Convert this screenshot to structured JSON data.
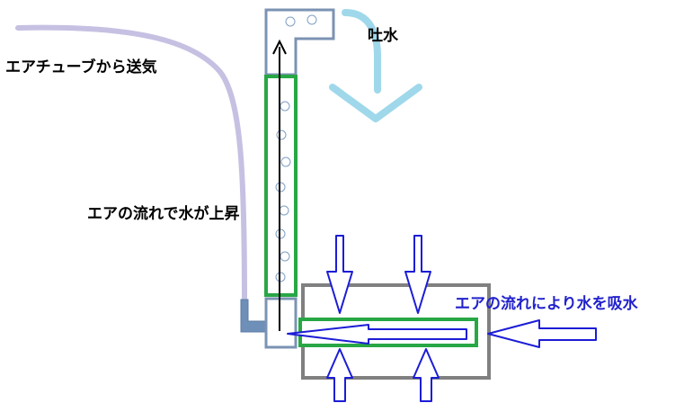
{
  "labels": {
    "air_supply": "エアチューブから送気",
    "water_out": "吐水",
    "water_rise": "エアの流れで水が上昇",
    "water_intake": "エアの流れにより水を吸水"
  },
  "colors": {
    "air_tube": "#c6c1e2",
    "pipe_outline": "#7b93b3",
    "green_outline": "#28a745",
    "water_out_arrow": "#9fd8ea",
    "blue_arrow": "#1c1cd6",
    "box_outline": "#808080",
    "bubble": "#7f9fc4",
    "text_black": "#000000",
    "text_blue": "#2222cc"
  }
}
